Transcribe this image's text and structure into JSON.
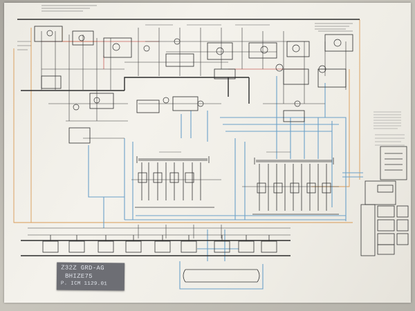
{
  "diagram": {
    "type": "electrical schematic drawing (photographed, fine print illegible)",
    "sticker": {
      "line1": "Z32Z GRD-AG",
      "line2": "BHIZE75",
      "line3": "P. ICM 1129.01"
    },
    "colors": {
      "wire_black": "#2b2b2b",
      "wire_blue": "#6aa0c8",
      "wire_orange": "#d99a55",
      "wire_red": "#c8605a",
      "paper": "#f1efe8",
      "sticker": "#6d6e74"
    }
  }
}
